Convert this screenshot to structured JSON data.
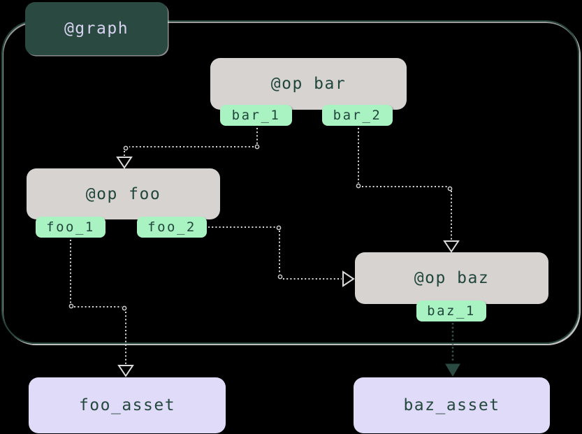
{
  "diagram": {
    "graph_label": "@graph",
    "ops": [
      {
        "id": "bar",
        "label": "@op bar",
        "outputs": [
          "bar_1",
          "bar_2"
        ]
      },
      {
        "id": "foo",
        "label": "@op foo",
        "outputs": [
          "foo_1",
          "foo_2"
        ]
      },
      {
        "id": "baz",
        "label": "@op baz",
        "outputs": [
          "baz_1"
        ]
      }
    ],
    "assets": [
      {
        "label": "foo_asset"
      },
      {
        "label": "baz_asset"
      }
    ],
    "edges": [
      {
        "from": "bar_1",
        "to": "op foo",
        "style": "dotted-light",
        "arrow": "hollow"
      },
      {
        "from": "bar_2",
        "to": "op baz",
        "style": "dotted-light",
        "arrow": "hollow"
      },
      {
        "from": "foo_2",
        "to": "op baz",
        "style": "dotted-light",
        "arrow": "hollow"
      },
      {
        "from": "foo_1",
        "to": "foo_asset",
        "style": "dotted-light",
        "arrow": "hollow"
      },
      {
        "from": "baz_1",
        "to": "baz_asset",
        "style": "dotted-teal",
        "arrow": "filled"
      }
    ],
    "colors": {
      "background": "#000000",
      "graph_border_teal": "#26453c",
      "graph_label_bg": "#2a4a41",
      "graph_label_text": "#d9d4f2",
      "op_node_bg": "#d6d3d1",
      "op_text": "#21463c",
      "output_tag_bg": "#a9f2c2",
      "asset_bg": "#dfdbf9",
      "asset_text": "#24483d",
      "edge_light": "#dcdcdc",
      "edge_teal": "#35544a"
    }
  }
}
